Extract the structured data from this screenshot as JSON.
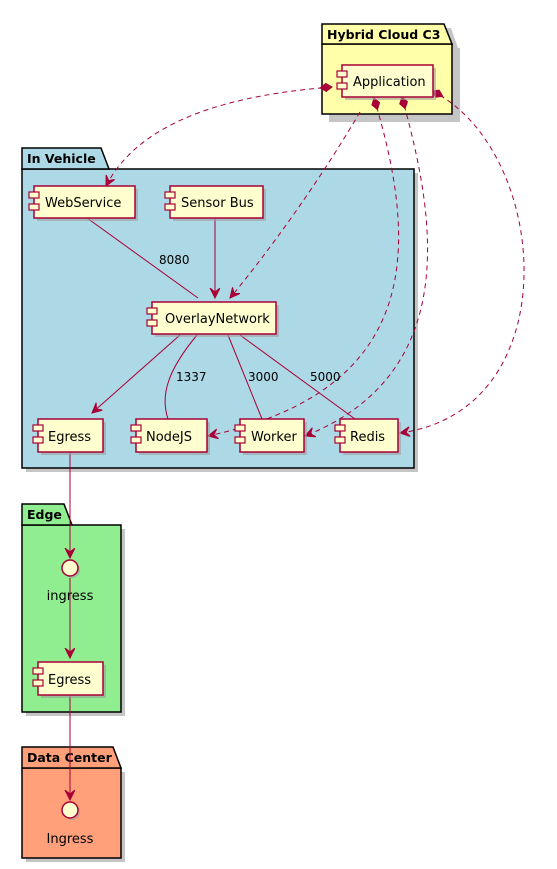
{
  "colors": {
    "line": "#A80036",
    "component_fill": "#FEFECE",
    "hybrid_bg": "#FFFFAA",
    "vehicle_bg": "#ADD8E6",
    "edge_bg": "#90EE90",
    "datacenter_bg": "#FFA07A",
    "shadow": "#9e9e9e"
  },
  "packages": {
    "hybrid": {
      "title": "Hybrid Cloud C3"
    },
    "vehicle": {
      "title": "In Vehicle"
    },
    "edge": {
      "title": "Edge"
    },
    "datacenter": {
      "title": "Data Center"
    }
  },
  "components": {
    "application": "Application",
    "webservice": "WebService",
    "sensorbus": "Sensor Bus",
    "overlay": "OverlayNetwork",
    "egress_vehicle": "Egress",
    "nodejs": "NodeJS",
    "worker": "Worker",
    "redis": "Redis",
    "egress_edge": "Egress"
  },
  "interfaces": {
    "ingress_edge": "ingress",
    "ingress_dc": "Ingress"
  },
  "edge_labels": {
    "web_overlay": "8080",
    "overlay_nodejs": "1337",
    "overlay_worker": "3000",
    "overlay_redis": "5000"
  }
}
